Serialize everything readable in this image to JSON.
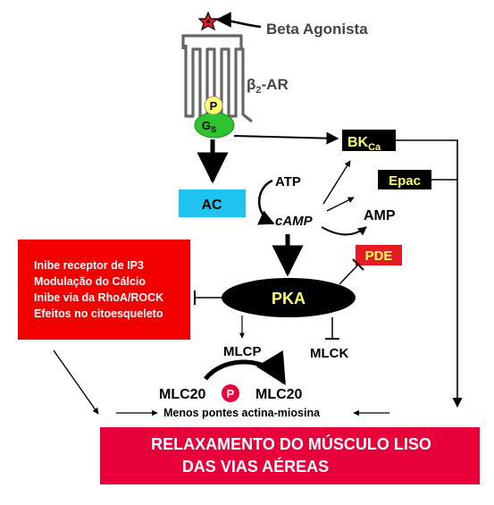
{
  "agonist": {
    "label": "Beta Agonista"
  },
  "receptor": {
    "label_beta": "β",
    "label_sub": "2",
    "label_rest": "-AR"
  },
  "gs": {
    "p": "P",
    "g": "G",
    "s": "S"
  },
  "bk": {
    "main": "BK",
    "sub": "Ca"
  },
  "epac": {
    "label": "Epac"
  },
  "ac": {
    "label": "AC"
  },
  "atp": {
    "label": "ATP"
  },
  "camp": {
    "label": "cAMP"
  },
  "amp": {
    "label": "AMP"
  },
  "pde": {
    "label": "PDE"
  },
  "pka": {
    "label": "PKA"
  },
  "inhibits_box": {
    "lines": [
      "Inibe receptor de IP3",
      "Modulação do Cálcio",
      "Inibe via da RhoA/ROCK",
      "Efeitos no citoesqueleto"
    ]
  },
  "mlcp": {
    "label": "MLCP"
  },
  "mlck": {
    "label": "MLCK"
  },
  "mlc20p": {
    "label": "MLC20",
    "p": "P"
  },
  "mlc20": {
    "label": "MLC20"
  },
  "bridges": {
    "label": "Menos pontes actina-miosina"
  },
  "result": {
    "line1": "RELAXAMENTO DO MÚSCULO LISO",
    "line2": "DAS VIAS AÉREAS"
  },
  "colors": {
    "red": "#f20000",
    "pink_red": "#e8003a",
    "cyan": "#1ec3f0",
    "green": "#2fc42f",
    "yellow": "#ffff66",
    "black": "#000000"
  }
}
